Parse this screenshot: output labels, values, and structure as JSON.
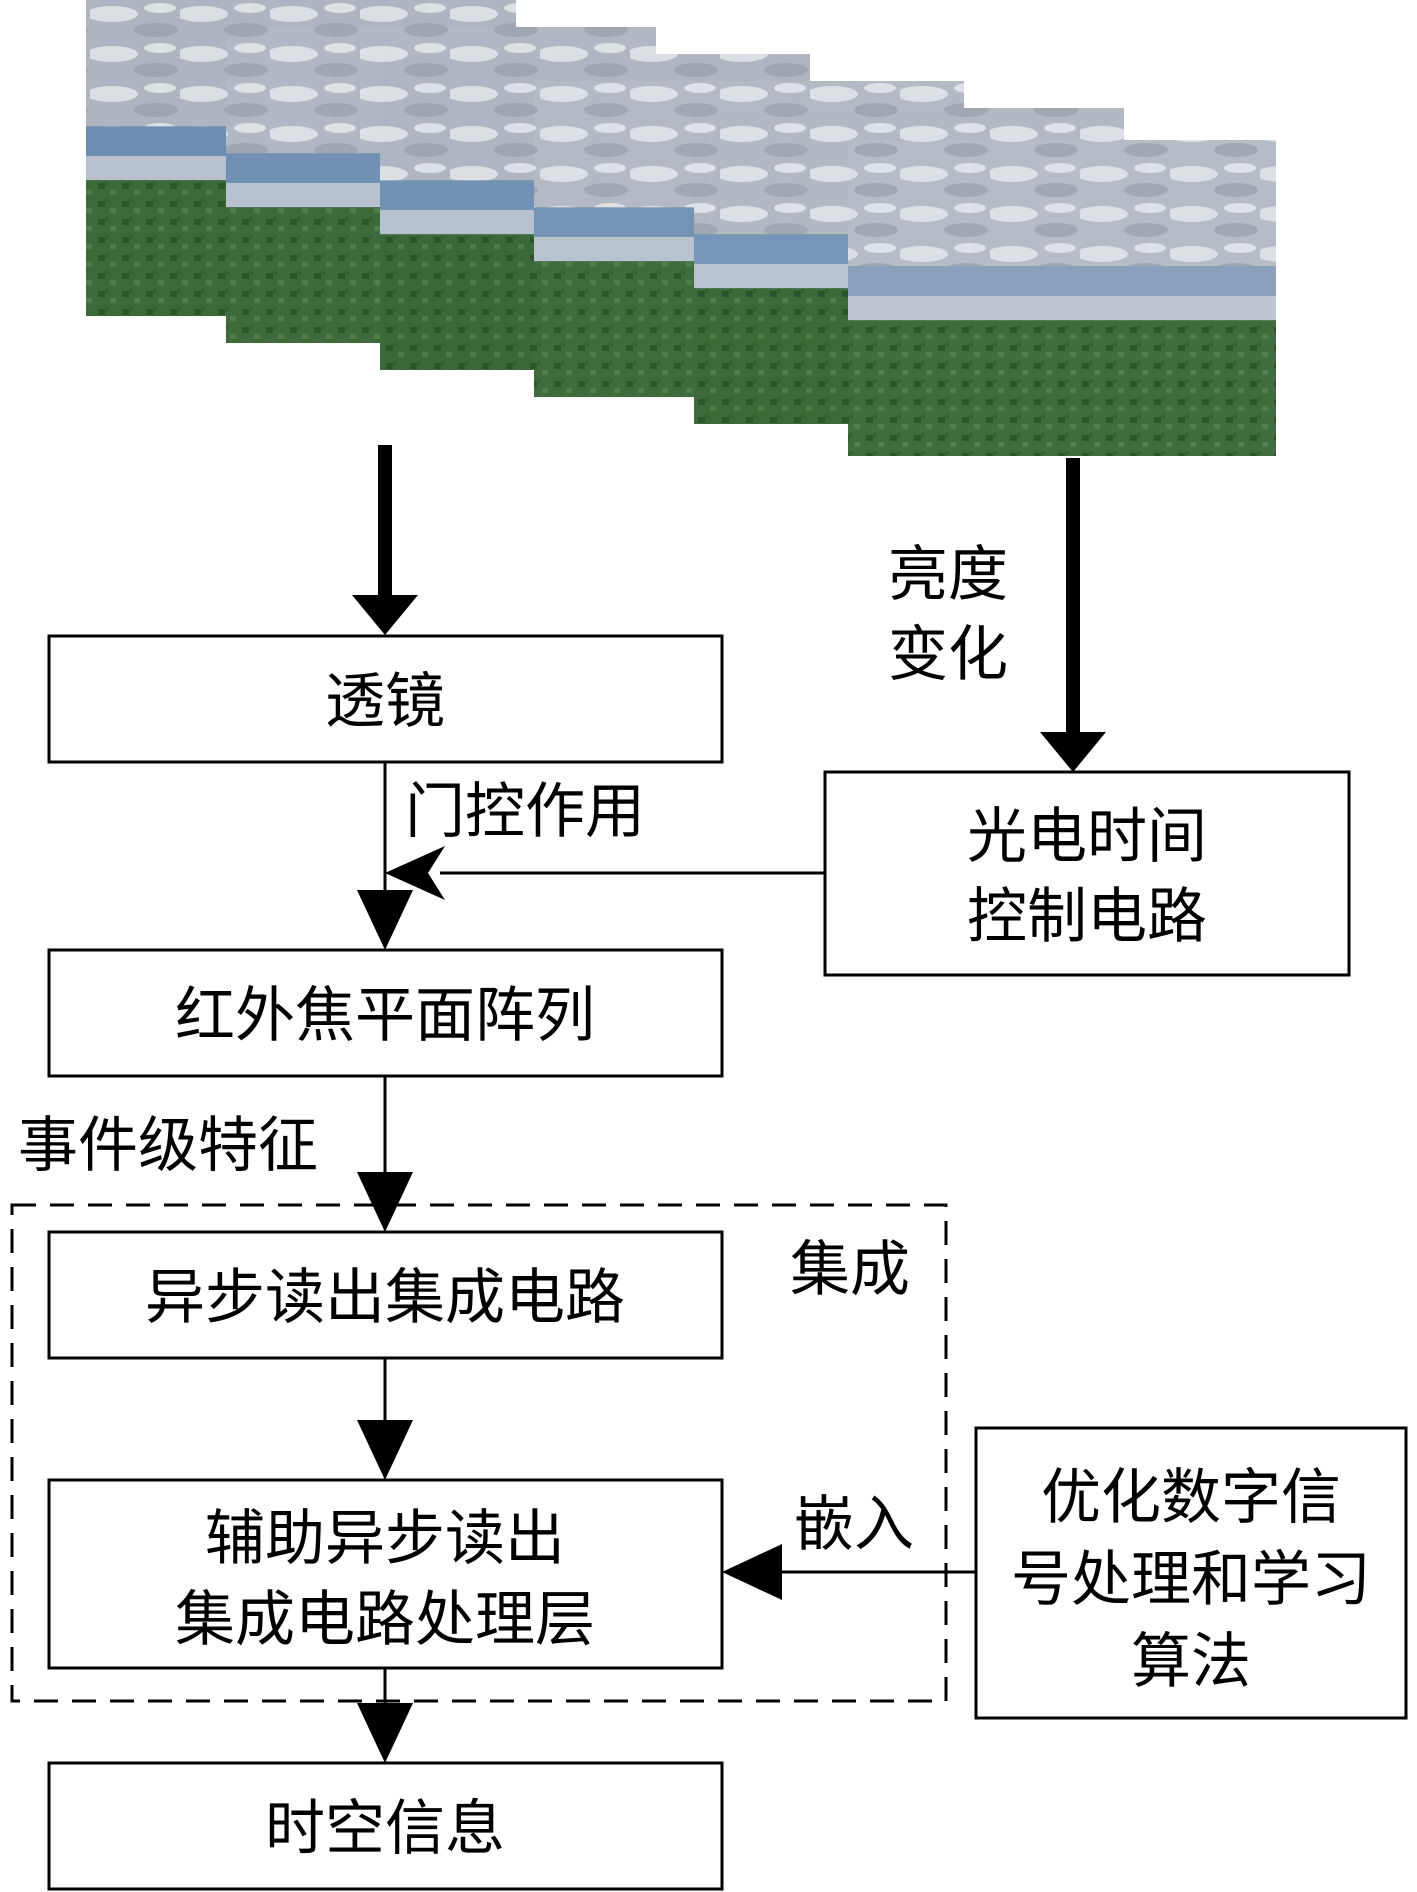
{
  "nodes": {
    "lens": "透镜",
    "photo_timing_line1": "光电时间",
    "photo_timing_line2": "控制电路",
    "ir_fpa": "红外焦平面阵列",
    "async_readout": "异步读出集成电路",
    "aux_layer_line1": "辅助异步读出",
    "aux_layer_line2": "集成电路处理层",
    "dsp_line1": "优化数字信",
    "dsp_line2": "号处理和学习",
    "dsp_line3": "算法",
    "spatiotemporal": "时空信息"
  },
  "edge_labels": {
    "brightness_line1": "亮度",
    "brightness_line2": "变化",
    "gating": "门控作用",
    "event_features": "事件级特征",
    "integration": "集成",
    "embed": "嵌入"
  },
  "colors": {
    "stroke": "#000000",
    "background": "#ffffff"
  },
  "frames": [
    {
      "sky": "#aeb5c0",
      "water": "#6e8db2",
      "land": "#3c6a3a"
    },
    {
      "sky": "#b2b8c3",
      "water": "#7090b4",
      "land": "#3d6b3b"
    },
    {
      "sky": "#b0b6c1",
      "water": "#7292b5",
      "land": "#3b693a"
    },
    {
      "sky": "#b4bac4",
      "water": "#7494b6",
      "land": "#3e6c3c"
    },
    {
      "sky": "#b3b9c3",
      "water": "#7696b8",
      "land": "#3c6a3b"
    },
    {
      "sky": "#b6bcc6",
      "water": "#8aa0bc",
      "land": "#3f6d3d"
    }
  ]
}
